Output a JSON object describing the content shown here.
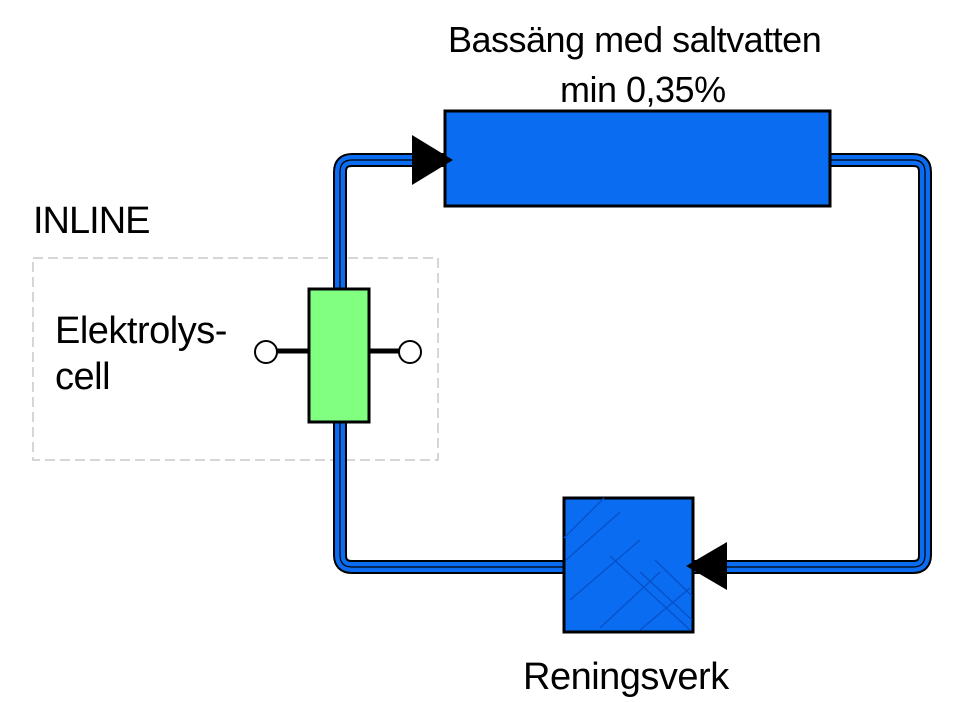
{
  "pool": {
    "label_line1": "Bassäng med saltvatten",
    "label_line2": "min 0,35%"
  },
  "inline_label": "INLINE",
  "cell": {
    "label_line1": "Elektrolys-",
    "label_line2": "cell"
  },
  "plant": {
    "label": "Reningsverk"
  },
  "colors": {
    "pipe": "#0a6cf0",
    "pool_fill": "#0a6cf0",
    "plant_fill": "#0a6cf0",
    "cell_fill": "#80ff80",
    "outline": "#000000",
    "dashed_box": "#c8c8c8"
  }
}
